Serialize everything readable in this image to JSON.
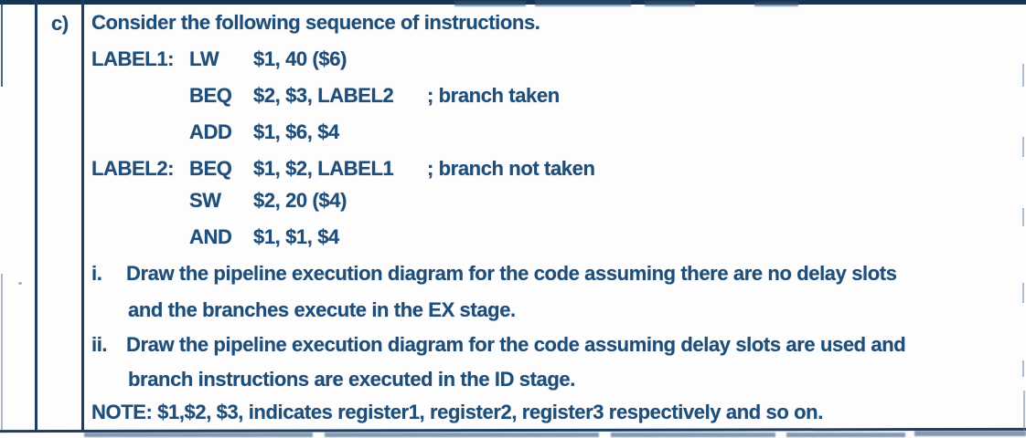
{
  "colors": {
    "ink": "#1f4e79",
    "border": "#1b3e62"
  },
  "question": {
    "label": "c)",
    "intro": "Consider the following sequence of instructions.",
    "code": [
      {
        "label": "LABEL1:",
        "op": "LW",
        "operands": "$1, 40 ($6)",
        "comment": ""
      },
      {
        "label": "",
        "op": "BEQ",
        "operands": "$2, $3, LABEL2",
        "comment": "; branch taken"
      },
      {
        "label": "",
        "op": "ADD",
        "operands": "$1, $6, $4",
        "comment": ""
      },
      {
        "label": "LABEL2:",
        "op": "BEQ",
        "operands": "$1, $2, LABEL1",
        "comment": "; branch not taken"
      },
      {
        "label": "",
        "op": "SW",
        "operands": "$2, 20 ($4)",
        "comment": ""
      },
      {
        "label": "",
        "op": "AND",
        "operands": "$1, $1, $4",
        "comment": ""
      }
    ],
    "subquestions": [
      {
        "number": "i.",
        "line1": "Draw the pipeline execution diagram for the code assuming there are no delay slots",
        "line2": "and the branches execute in the EX stage."
      },
      {
        "number": "ii.",
        "line1": "Draw the pipeline execution diagram for the code assuming delay slots are used and",
        "line2": "branch instructions are executed in the ID stage."
      }
    ],
    "note": "NOTE: $1,$2, $3, indicates register1, register2, register3 respectively and so on."
  }
}
